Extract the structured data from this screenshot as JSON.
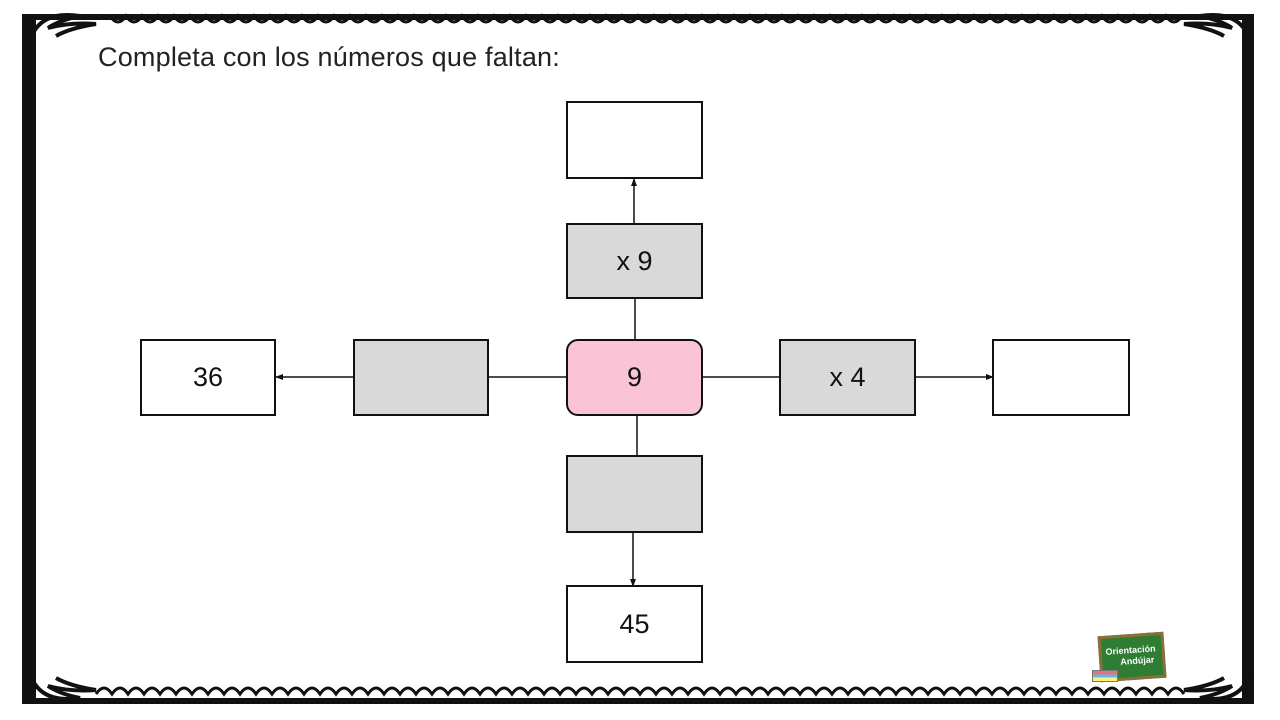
{
  "instruction": "Completa con los números que faltan:",
  "center": {
    "value": "9"
  },
  "branches": {
    "up": {
      "operation": "x 9",
      "result": ""
    },
    "right": {
      "operation": "x 4",
      "result": ""
    },
    "down": {
      "operation": "",
      "result": "45"
    },
    "left": {
      "operation": "",
      "result": "36"
    }
  },
  "logo": {
    "line1": "Orientación",
    "line2": "Andújar"
  },
  "colors": {
    "center_fill": "#fbc4d6",
    "operation_fill": "#d9d9d9",
    "result_fill": "#ffffff",
    "border": "#111111",
    "logo_green": "#2e7d32"
  }
}
